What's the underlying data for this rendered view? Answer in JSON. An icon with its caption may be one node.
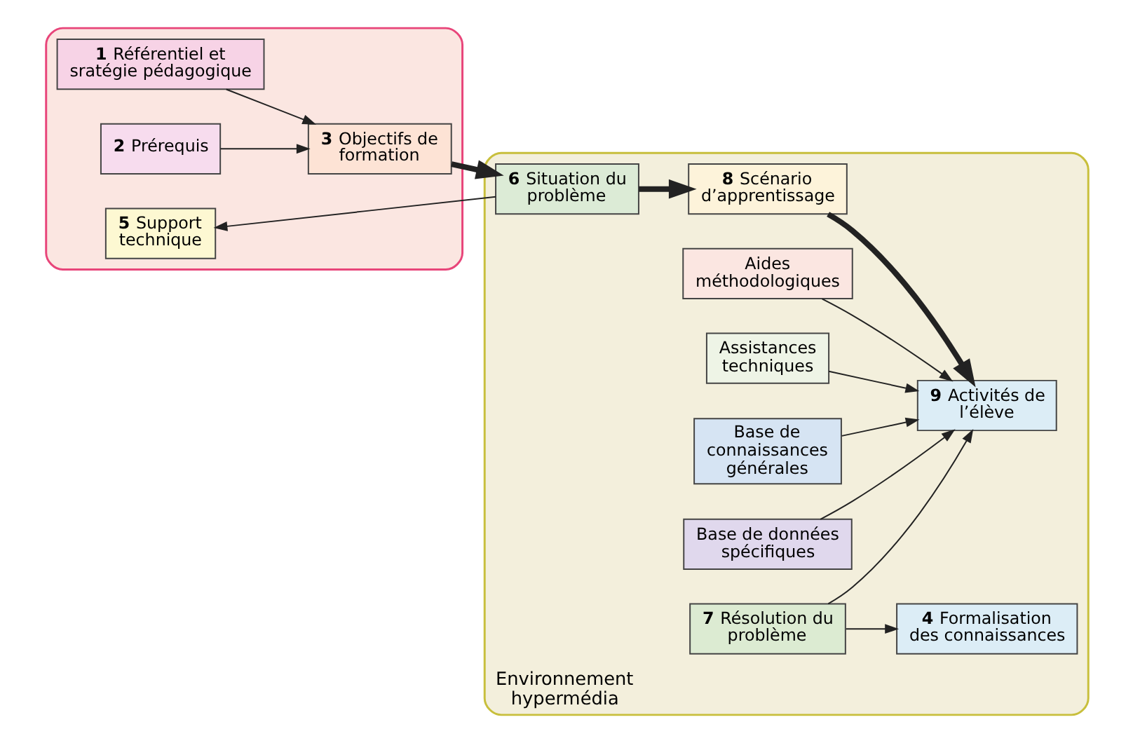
{
  "diagram": {
    "nodes": [
      {
        "text": [],
        "shape": "box"
      },
      {
        "text": [
          "**1** Référentiel et sratégie pédagogique"
        ],
        "in": 0
      },
      {
        "text": [
          "**3** Objectifs de formation"
        ],
        "in": 0
      },
      {
        "text": [
          "**2** Prérequis"
        ],
        "in": 0
      },
      {
        "text": [
          "**5** Support technique"
        ],
        "in": 0
      },
      {
        "text": [
          "Environnement hypermédia"
        ]
      },
      {
        "text": [
          "**6** Situation du problème"
        ],
        "in": 5
      },
      {
        "text": [
          "**8** Scénario d’apprentissage"
        ],
        "in": 5
      },
      {
        "text": [
          "Aides méthodologiques"
        ],
        "in": 5
      },
      {
        "text": [
          "Assistances techniques"
        ],
        "in": 5
      },
      {
        "text": [
          "**9** Activités de l’élève"
        ],
        "in": 5
      },
      {
        "text": [
          "Base de connaissances générales"
        ],
        "in": 5
      },
      {
        "text": [
          "Base de données spécifiques"
        ],
        "in": 5
      },
      {
        "text": [
          "**7** Résolution du problème"
        ],
        "in": 5
      },
      {
        "text": [
          "**4** Formalisation des connaissances"
        ],
        "in": 5
      }
    ],
    "edges": [
      {
        "from": 1,
        "to": 2,
        "arrow": "to"
      },
      {
        "from": 3,
        "to": 2,
        "arrow": "to"
      },
      {
        "from": 2,
        "to": 6,
        "arrow": "to",
        "style": "thick"
      },
      {
        "from": 6,
        "to": 4,
        "arrow": "to"
      },
      {
        "from": 6,
        "to": 7,
        "arrow": "to",
        "style": "thick"
      },
      {
        "from": 7,
        "to": 10,
        "arrow": "to",
        "style": "thick"
      },
      {
        "from": 8,
        "to": 10,
        "arrow": "to"
      },
      {
        "from": 9,
        "to": 10,
        "arrow": "to"
      },
      {
        "from": 11,
        "to": 10,
        "arrow": "to"
      },
      {
        "from": 12,
        "to": 10,
        "arrow": "to"
      },
      {
        "from": 13,
        "to": 10,
        "arrow": "to"
      },
      {
        "from": 13,
        "to": 14,
        "arrow": "to"
      }
    ]
  }
}
